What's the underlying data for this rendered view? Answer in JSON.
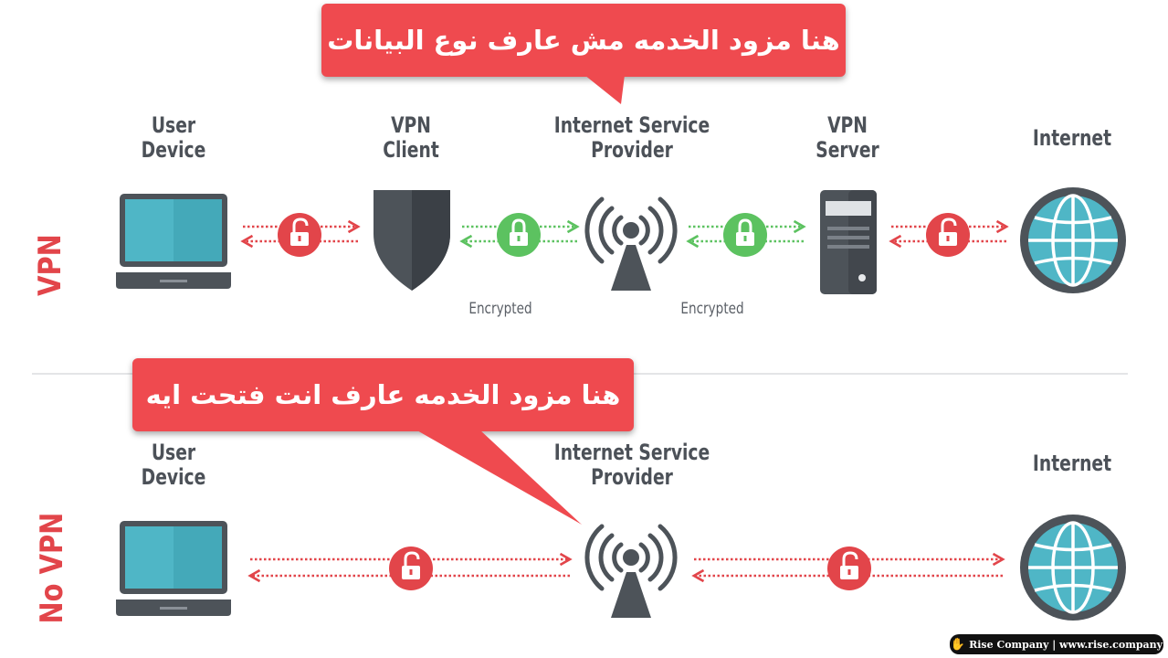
{
  "top_row": {
    "side_label": "VPN",
    "nodes": {
      "user_device": [
        "User",
        "Device"
      ],
      "vpn_client": [
        "VPN",
        "Client"
      ],
      "isp": [
        "Internet Service",
        "Provider"
      ],
      "vpn_server": [
        "VPN",
        "Server"
      ],
      "internet": [
        "Internet"
      ]
    },
    "encrypted_labels": [
      "Encrypted",
      "Encrypted"
    ],
    "callout": "هنا مزود الخدمه مش عارف نوع البيانات"
  },
  "bottom_row": {
    "side_label": "No VPN",
    "nodes": {
      "user_device": [
        "User",
        "Device"
      ],
      "isp": [
        "Internet Service",
        "Provider"
      ],
      "internet": [
        "Internet"
      ]
    },
    "callout": "هنا مزود الخدمه عارف انت فتحت ايه"
  },
  "watermark": {
    "icon": "hand-icon",
    "text": "Rise Company | www.rise.company"
  },
  "colors": {
    "unencrypted": "#e2454a",
    "encrypted": "#5cc260",
    "device": "#4d5359",
    "screen": "#4fb6c6",
    "callout": "#ef4a4f"
  },
  "icons": {
    "laptop": "laptop-icon",
    "shield": "shield-icon",
    "tower": "antenna-tower-icon",
    "server": "server-icon",
    "globe": "globe-icon",
    "lock_open": "unlocked-padlock-icon",
    "lock_closed": "locked-padlock-icon"
  }
}
